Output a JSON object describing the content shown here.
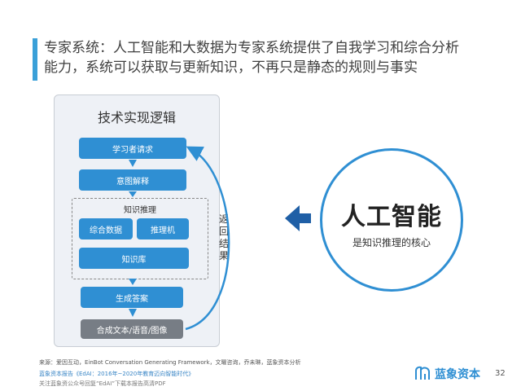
{
  "title": {
    "line1": "专家系统：人工智能和大数据为专家系统提供了自我学习和综合分析",
    "line2": "能力，系统可以获取与更新知识，不再只是静态的规则与事实"
  },
  "diagram": {
    "heading": "技术实现逻辑",
    "learner_request": "学习者请求",
    "intent_parse": "意图解释",
    "knowledge_reasoning": "知识推理",
    "comprehensive_data": "综合数据",
    "reasoning_engine": "推理机",
    "knowledge_base": "知识库",
    "generate_answer": "生成答案",
    "synthesize": "合成文本/语音/图像",
    "return_result": [
      "返",
      "回",
      "结",
      "果"
    ]
  },
  "highlight": {
    "title": "人工智能",
    "subtitle": "是知识推理的核心"
  },
  "footer": {
    "source": "来源：爱因互动，EinBot Conversation Generating Framework，文曜咨询，乔未琳，蓝象资本分析",
    "report": "蓝象资本报告《EdAI：2016年~2020年教育迈向智能时代》",
    "note": "关注蓝象资公众号回复“EdAI”下载本报告高清PDF",
    "logo_text": "蓝象资本",
    "page": "32"
  },
  "colors": {
    "accent": "#2f8fd3",
    "title_bar": "#3aa0d8",
    "gray_box": "#777d85"
  }
}
